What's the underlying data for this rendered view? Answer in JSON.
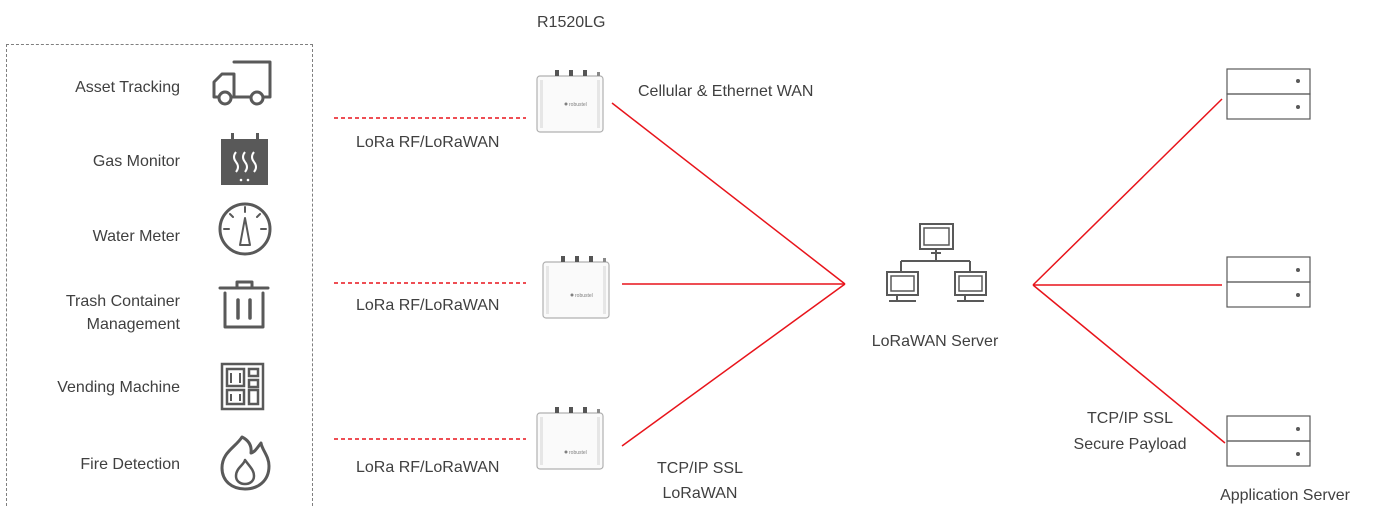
{
  "router_model": "R1520LG",
  "router_brand": "robustel",
  "devices": [
    {
      "label": "Asset Tracking",
      "icon": "truck-icon"
    },
    {
      "label": "Gas Monitor",
      "icon": "gas-monitor-icon"
    },
    {
      "label": "Water Meter",
      "icon": "meter-gauge-icon"
    },
    {
      "label": "Trash Container Management",
      "icon": "trash-bin-icon"
    },
    {
      "label": "Vending Machine",
      "icon": "vending-machine-icon"
    },
    {
      "label": "Fire Detection",
      "icon": "flame-icon"
    }
  ],
  "links": {
    "lora_1": "LoRa RF/LoRaWAN",
    "lora_2": "LoRa RF/LoRaWAN",
    "lora_3": "LoRa RF/LoRaWAN",
    "wan": "Cellular & Ethernet WAN",
    "tcp_lorawan_1": "TCP/IP SSL",
    "tcp_lorawan_2": "LoRaWAN",
    "tcp_secure_1": "TCP/IP SSL",
    "tcp_secure_2": "Secure Payload"
  },
  "lorawan_server": "LoRaWAN Server",
  "application_server": "Application Server",
  "colors": {
    "link_line": "#e8141b",
    "icon_gray": "#595959",
    "border_dash": "#7f7f7f"
  }
}
